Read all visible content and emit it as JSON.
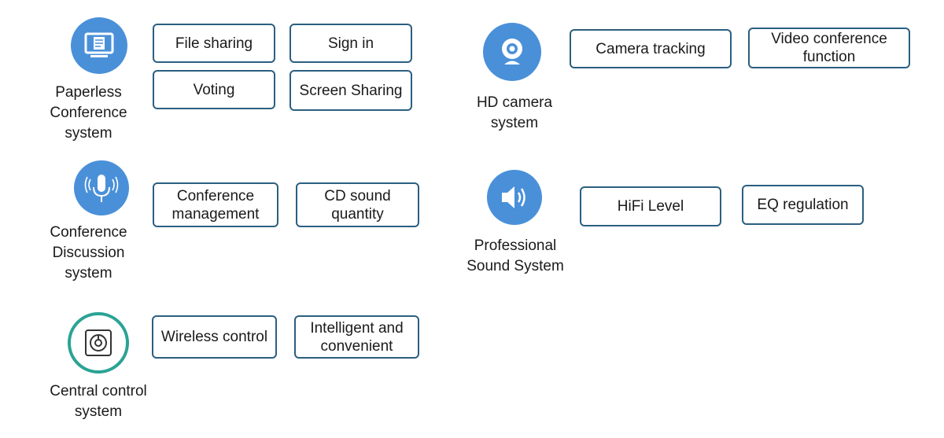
{
  "colors": {
    "icon_blue": "#4a90d9",
    "icon_ring": "#2aa394",
    "box_border": "#2b5f80"
  },
  "systems": {
    "paperless": {
      "icon": "monitor-document-icon",
      "label_lines": [
        "Paperless",
        "Conference",
        "system"
      ],
      "features": [
        "File sharing",
        "Sign in",
        "Voting",
        "Screen Sharing"
      ]
    },
    "hd_camera": {
      "icon": "webcam-icon",
      "label_lines": [
        "HD camera",
        "system"
      ],
      "features": [
        "Camera tracking",
        "Video conference function"
      ]
    },
    "discussion": {
      "icon": "microphone-icon",
      "label_lines": [
        "Conference",
        "Discussion",
        "system"
      ],
      "features": [
        "Conference management",
        "CD sound quantity"
      ]
    },
    "sound": {
      "icon": "speaker-icon",
      "label_lines": [
        "Professional",
        "Sound System"
      ],
      "features": [
        "HiFi Level",
        "EQ regulation"
      ]
    },
    "central": {
      "icon": "control-panel-icon",
      "label_lines": [
        "Central control",
        "system"
      ],
      "features": [
        "Wireless control",
        "Intelligent and convenient"
      ]
    }
  }
}
